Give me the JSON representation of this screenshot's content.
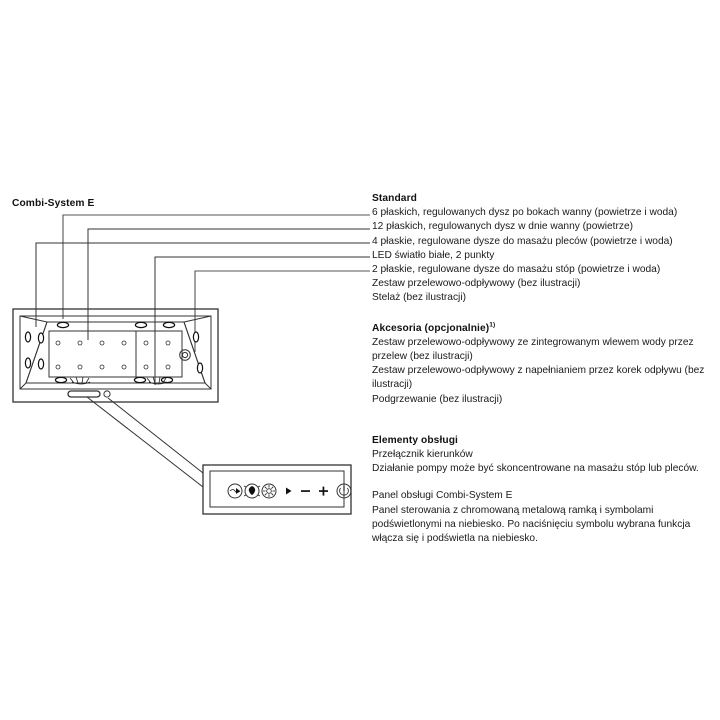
{
  "diagram": {
    "title": "Combi-System E",
    "product_view_name": "bathtub-top-view",
    "control_panel_detail_name": "control-panel-detail"
  },
  "standard": {
    "heading": "Standard",
    "items": [
      "6 płaskich, regulowanych dysz po bokach wanny (powietrze i woda)",
      "12 płaskich, regulowanych dysz w dnie wanny (powietrze)",
      "4 płaskie, regulowane dysze do masażu pleców (powietrze i woda)",
      "LED światło białe, 2 punkty",
      "2 płaskie, regulowane dysze do masażu stóp (powietrze i woda)",
      "Zestaw przelewowo-odpływowy (bez ilustracji)",
      "Stelaż (bez ilustracji)"
    ]
  },
  "accessories": {
    "heading": "Akcesoria (opcjonalnie)",
    "heading_superscript": "1)",
    "items": [
      "Zestaw przelewowo-odpływowy ze zintegrowanym wlewem wody przez przelew (bez ilustracji)",
      "Zestaw przelewowo-odpływowy z napełnianiem przez korek odpływu (bez ilustracji)",
      "Podgrzewanie (bez ilustracji)"
    ]
  },
  "controls": {
    "heading": "Elementy obsługi",
    "items": [
      "Przełącznik kierunków",
      "Działanie pompy może być skoncentrowane na masażu stóp lub pleców."
    ]
  },
  "panel": {
    "heading": "Panel obsługi Combi-System E",
    "items": [
      "Panel sterowania z chromowaną metalową ramką i symbolami podświetlonymi na niebiesko. Po naciśnięciu symbolu wybrana funkcja włącza się i podświetla na niebiesko."
    ],
    "buttons": [
      "whirlpool-jet-icon",
      "light-bulb-icon",
      "air-blower-icon",
      "play-icon",
      "minus-icon",
      "plus-icon",
      "power-icon"
    ]
  },
  "colors": {
    "text": "#1a1a1a",
    "heading": "#111111",
    "line": "#333333",
    "leader": "#555555",
    "background": "#ffffff"
  }
}
